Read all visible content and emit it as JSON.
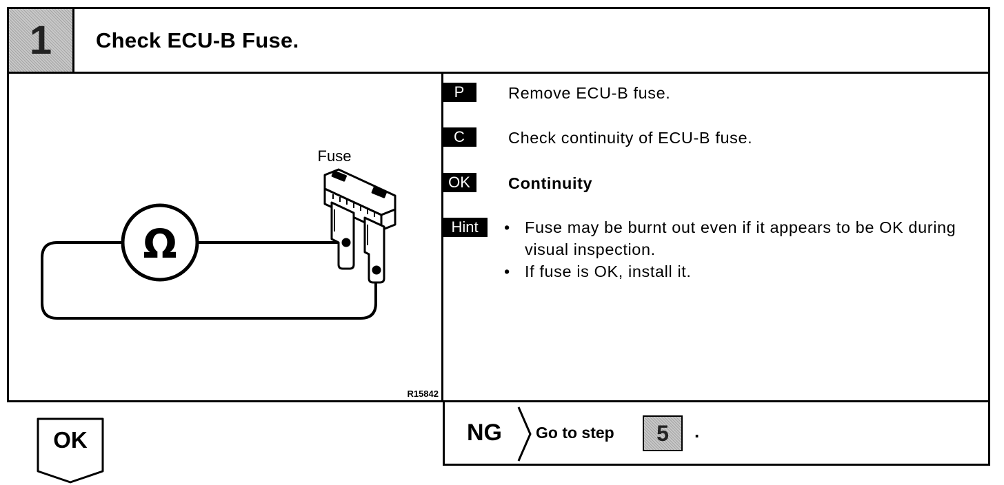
{
  "header": {
    "step_number": "1",
    "title": "Check ECU-B Fuse."
  },
  "illustration": {
    "fuse_label": "Fuse",
    "meter_symbol": "Ω",
    "figure_code": "R15842"
  },
  "instructions": {
    "prepare": {
      "tag": "P",
      "text": "Remove ECU-B fuse."
    },
    "check": {
      "tag": "C",
      "text": "Check continuity of ECU-B fuse."
    },
    "ok": {
      "tag": "OK",
      "text": "Continuity"
    },
    "hint": {
      "tag": "Hint",
      "items": [
        "Fuse may be burnt out even if it appears to be OK during visual inspection.",
        "If fuse is OK, install it."
      ]
    }
  },
  "result_ok": {
    "label": "OK"
  },
  "result_ng": {
    "label": "NG",
    "text": "Go to step",
    "step": "5",
    "suffix": "."
  }
}
